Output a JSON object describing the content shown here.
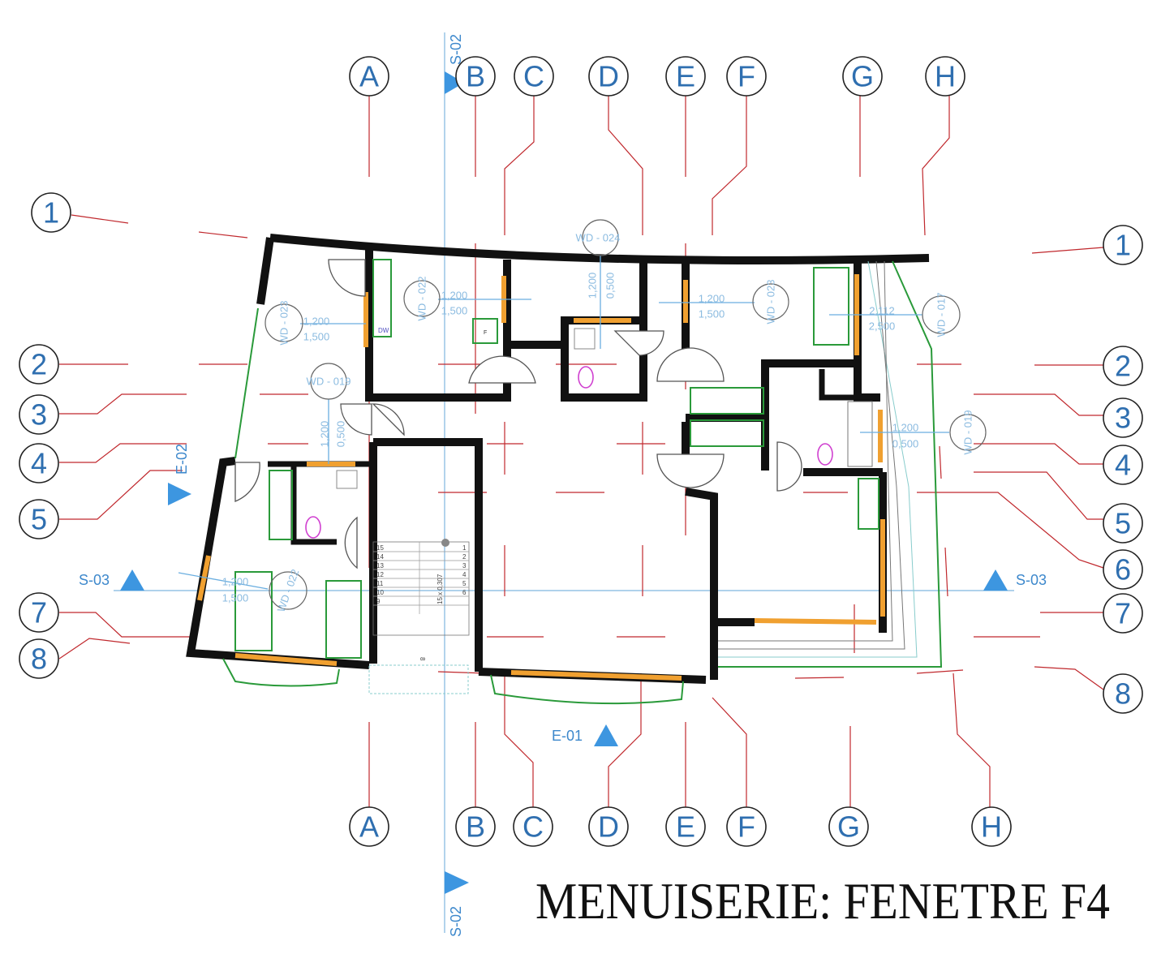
{
  "drawing": {
    "title": "MENUISERIE: FENETRE F4",
    "grid_columns_top": [
      "A",
      "B",
      "C",
      "D",
      "E",
      "F",
      "G",
      "H"
    ],
    "grid_columns_bottom": [
      "A",
      "B",
      "C",
      "D",
      "E",
      "F",
      "G",
      "H"
    ],
    "grid_rows_left": [
      "1",
      "2",
      "3",
      "4",
      "5",
      "7",
      "8"
    ],
    "grid_rows_right": [
      "1",
      "2",
      "3",
      "4",
      "5",
      "6",
      "7",
      "8"
    ],
    "window_tags": [
      {
        "id": "WD - 023",
        "width": "1,200",
        "height": "1,500"
      },
      {
        "id": "WD - 022",
        "width": "1,200",
        "height": "1,500"
      },
      {
        "id": "WD - 024",
        "width": "1,200",
        "height": "0,500"
      },
      {
        "id": "WD - 023",
        "width": "1,200",
        "height": "1,500"
      },
      {
        "id": "WD - 017",
        "width": "2,112",
        "height": "2,500"
      },
      {
        "id": "WD - 019",
        "width": "1,200",
        "height": "0,500"
      },
      {
        "id": "WD - 019",
        "width": "1,200",
        "height": "0,500"
      },
      {
        "id": "WD - 022",
        "width": "1,200",
        "height": "1,500"
      }
    ],
    "section_markers": {
      "s02_top": "S-02",
      "s02_bottom": "S-02",
      "s03_left": "S-03",
      "s03_right": "S-03",
      "e01": "E-01",
      "e02": "E-02"
    },
    "stairs": {
      "steps_left": [
        "15",
        "14",
        "13",
        "12",
        "11",
        "10",
        "9"
      ],
      "steps_right": [
        "1",
        "2",
        "3",
        "4",
        "5",
        "6"
      ],
      "landing": "8",
      "note": "15 x 0,307"
    },
    "fixtures": {
      "dishwasher": "DW",
      "fridge": "F"
    },
    "colors": {
      "grid_text": "#2f6fb0",
      "leader": "#c0282d",
      "marker": "#3d96e0",
      "window": "#f0a030",
      "furniture": "#2a9a3a",
      "wc": "#d040d0"
    }
  }
}
